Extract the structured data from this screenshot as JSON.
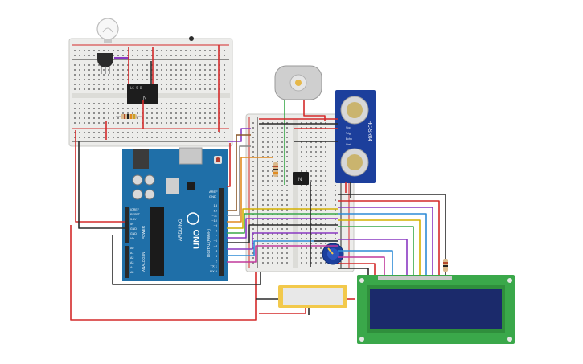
{
  "arduino": {
    "brand": "ARDUINO",
    "model": "UNO",
    "digital_label": "DIGITAL (PWM~)",
    "power_label": "POWER",
    "analog_label": "ANALOG IN",
    "aref": "AREF",
    "gnd": "GND",
    "digital_pins": [
      "13",
      "12",
      "~11",
      "~10",
      "~9",
      "8",
      "7",
      "~6",
      "~5",
      "4",
      "~3",
      "2",
      "TX 1",
      "RX 0"
    ],
    "power_pins": [
      "IOREF",
      "RESET",
      "3.3V",
      "5V",
      "GND",
      "GND",
      "Vin"
    ],
    "analog_pins": [
      "A0",
      "A1",
      "A2",
      "A3",
      "A4",
      "A5"
    ]
  },
  "relay": {
    "line1": "LS-5-B",
    "line2": "",
    "mark": "N"
  },
  "ultrasonic": {
    "model": "HC-SR04",
    "pins": [
      "Vcc",
      "Trig",
      "Echo",
      "Gnd"
    ]
  },
  "ic": {
    "mark": "N"
  },
  "colors": {
    "board": "#1f6fa8",
    "board_dark": "#165987",
    "breadboard": "#e9e9e6",
    "red_wire": "#d42a2a",
    "black_wire": "#2b2b2b",
    "lcd_pcb": "#3aa84a",
    "lcd_screen": "#1b2a6b",
    "sensor_blue": "#1c3f9c",
    "piezo_yellow": "#f2c94c"
  },
  "icons": [
    "bulb-icon",
    "transistor-icon",
    "motor-icon",
    "potentiometer-icon",
    "resistor-icon"
  ]
}
